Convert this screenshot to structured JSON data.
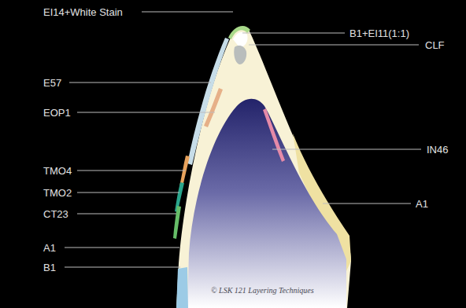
{
  "diagram": {
    "labels": [
      "EI14+White Stain",
      "E57",
      "EOP1",
      "TMO4",
      "TMO2",
      "CT23",
      "A1",
      "B1",
      "CLF",
      "B1+EI11(1:1)",
      "IN46",
      "A1",
      "© LSK 121 Layering Techniques"
    ]
  }
}
